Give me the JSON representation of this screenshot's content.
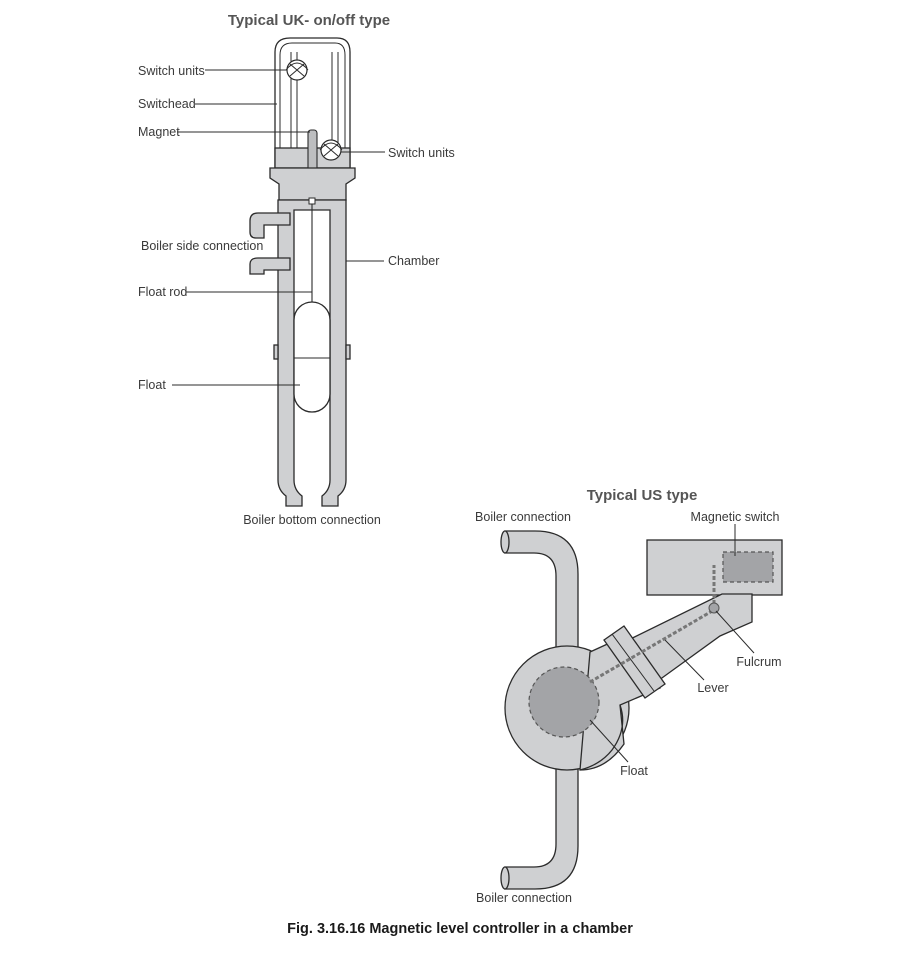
{
  "uk": {
    "title": "Typical UK- on/off type",
    "labels": {
      "switch_units_top": "Switch units",
      "switchead": "Switchead",
      "magnet": "Magnet",
      "switch_units_right": "Switch units",
      "boiler_side_connection": "Boiler side connection",
      "chamber": "Chamber",
      "float_rod": "Float rod",
      "float": "Float",
      "boiler_bottom_connection": "Boiler bottom connection"
    }
  },
  "us": {
    "title": "Typical US type",
    "labels": {
      "boiler_connection_top": "Boiler connection",
      "magnetic_switch": "Magnetic switch",
      "fulcrum": "Fulcrum",
      "lever": "Lever",
      "float": "Float",
      "boiler_connection_bottom": "Boiler connection"
    }
  },
  "caption": "Fig. 3.16.16 Magnetic level controller in a chamber",
  "colors": {
    "body_fill": "#cfd0d2",
    "float_fill": "#a3a4a7",
    "outline": "#2b2b2b"
  }
}
